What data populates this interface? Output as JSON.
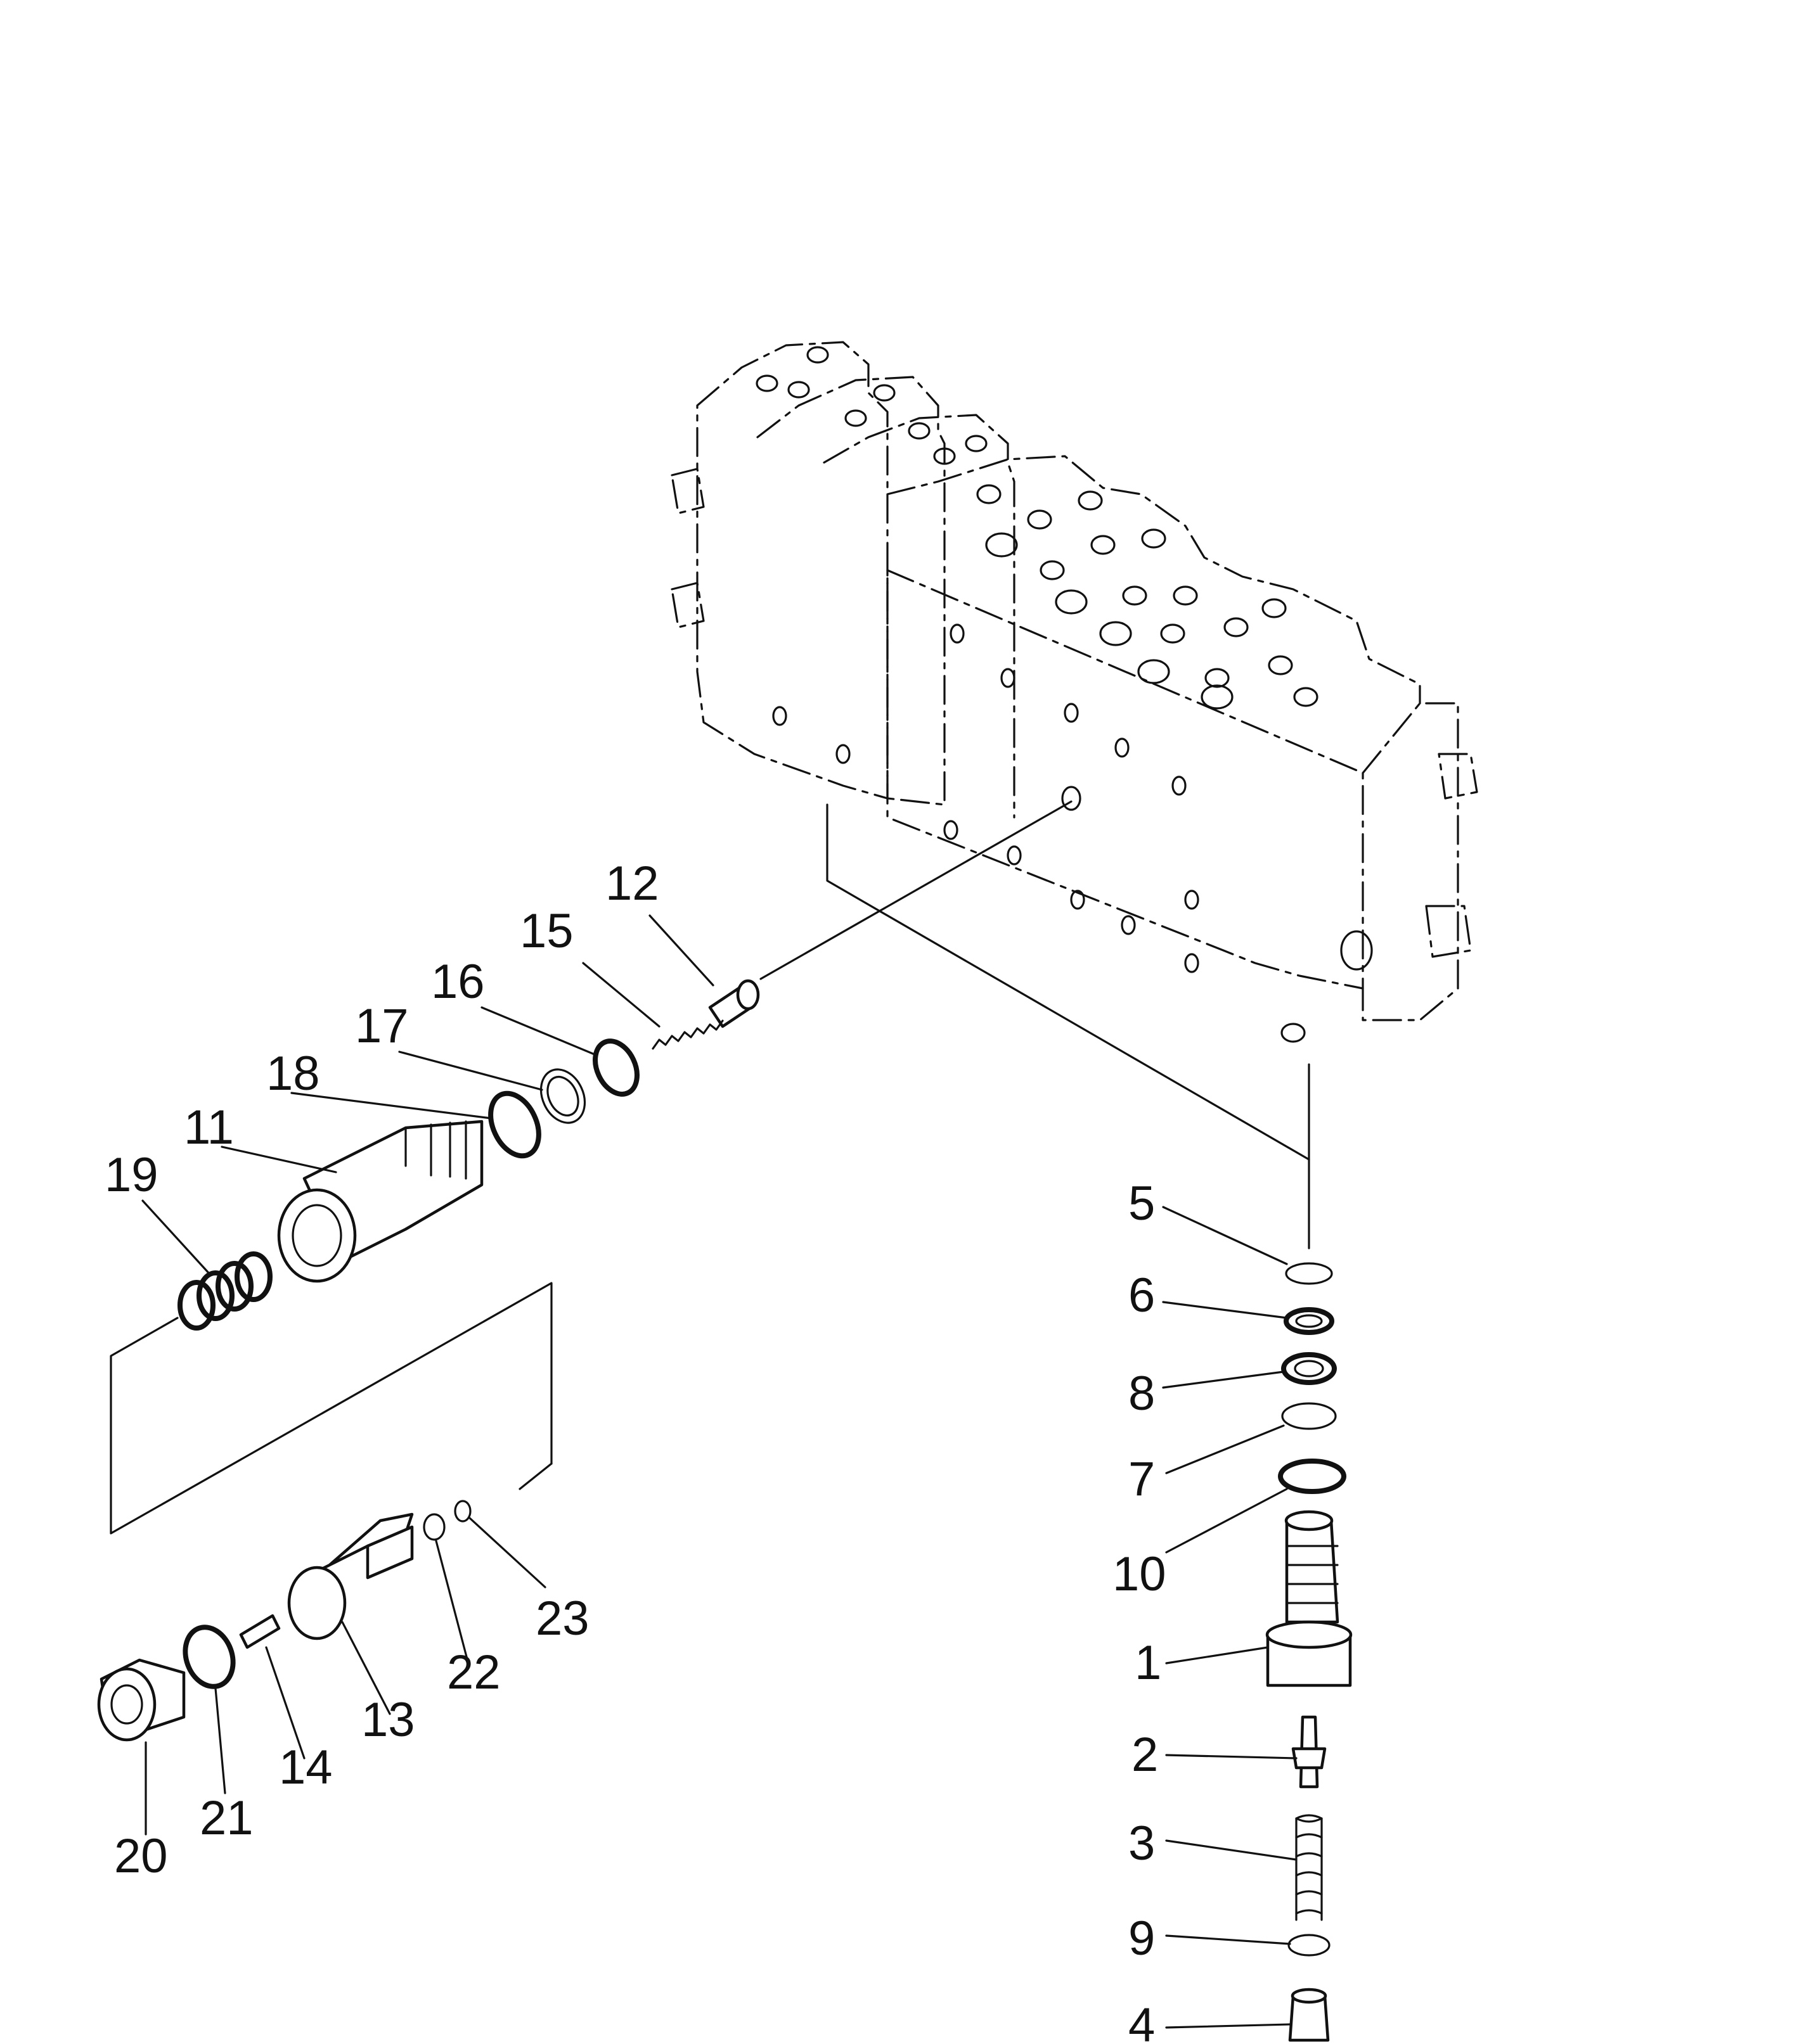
{
  "diagram": {
    "callouts": [
      {
        "id": "12",
        "text": "12"
      },
      {
        "id": "15",
        "text": "15"
      },
      {
        "id": "16",
        "text": "16"
      },
      {
        "id": "17",
        "text": "17"
      },
      {
        "id": "18",
        "text": "18"
      },
      {
        "id": "11",
        "text": "11"
      },
      {
        "id": "19",
        "text": "19"
      },
      {
        "id": "5",
        "text": "5"
      },
      {
        "id": "6",
        "text": "6"
      },
      {
        "id": "8",
        "text": "8"
      },
      {
        "id": "7",
        "text": "7"
      },
      {
        "id": "10",
        "text": "10"
      },
      {
        "id": "1",
        "text": "1"
      },
      {
        "id": "2",
        "text": "2"
      },
      {
        "id": "3",
        "text": "3"
      },
      {
        "id": "9",
        "text": "9"
      },
      {
        "id": "4",
        "text": "4"
      },
      {
        "id": "23",
        "text": "23"
      },
      {
        "id": "22",
        "text": "22"
      },
      {
        "id": "13",
        "text": "13"
      },
      {
        "id": "14",
        "text": "14"
      },
      {
        "id": "21",
        "text": "21"
      },
      {
        "id": "20",
        "text": "20"
      }
    ]
  }
}
